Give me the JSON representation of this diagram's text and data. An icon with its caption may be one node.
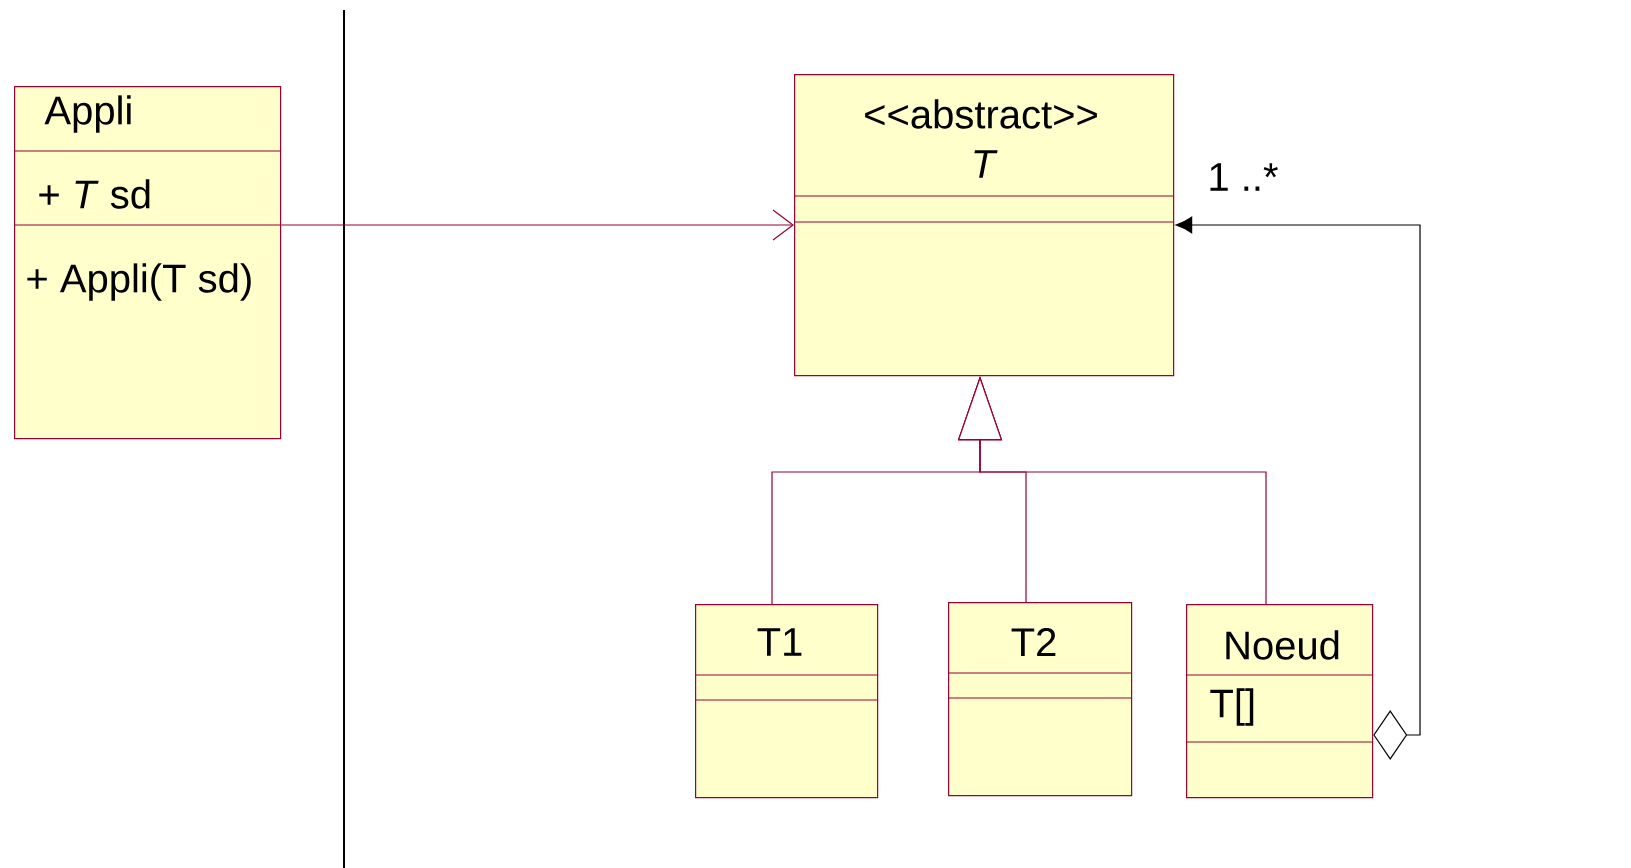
{
  "diagram": {
    "nodes": [
      {
        "text": [
          "Appli",
          "+ *T* sd",
          "+ Appli(T sd)"
        ]
      },
      {
        "text": [
          "<<abstract>>",
          "T"
        ]
      },
      {
        "text": [
          "T1"
        ]
      },
      {
        "text": [
          "T2"
        ]
      },
      {
        "text": [
          "Noeud",
          "T[]"
        ]
      }
    ],
    "edges": [
      {
        "from": 0,
        "to": 1,
        "arrow": "to"
      },
      {
        "from": 2,
        "to": 1,
        "arrow": "to"
      },
      {
        "from": 3,
        "to": 1,
        "arrow": "to"
      },
      {
        "from": 4,
        "to": 1,
        "arrow": "to"
      },
      {
        "from": 4,
        "to": 1,
        "arrow": "to",
        "label": "1 ..*",
        "color": "#000000"
      }
    ]
  }
}
